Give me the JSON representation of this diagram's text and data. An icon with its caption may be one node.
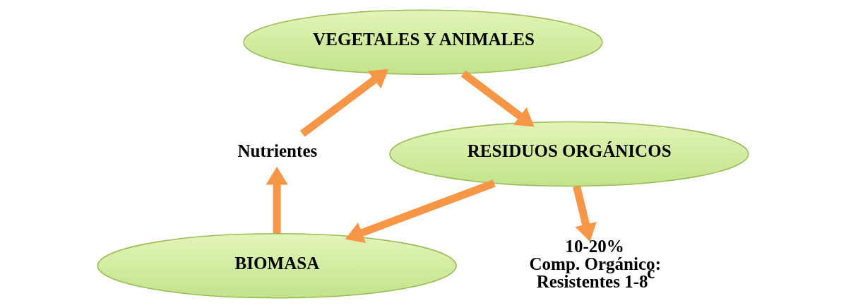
{
  "diagram": {
    "nodes": [
      {
        "text": [
          "VEGETALES Y ANIMALES"
        ]
      },
      {
        "text": [
          "Nutrientes"
        ]
      },
      {
        "text": [
          "RESIDUOS ORGÁNICOS"
        ]
      },
      {
        "text": [
          "BIOMASA"
        ]
      },
      {
        "text": [
          "10-20%",
          "Comp. Orgánico:",
          "Resistentes 1-8$^{c}$"
        ]
      }
    ],
    "edges": [
      {
        "from": 0,
        "to": 2,
        "arrow": "to"
      },
      {
        "from": 2,
        "to": 3,
        "arrow": "to"
      },
      {
        "from": 2,
        "to": 4,
        "arrow": "to"
      },
      {
        "from": 3,
        "to": 1,
        "arrow": "to"
      },
      {
        "from": 1,
        "to": 0,
        "arrow": "to"
      }
    ]
  }
}
